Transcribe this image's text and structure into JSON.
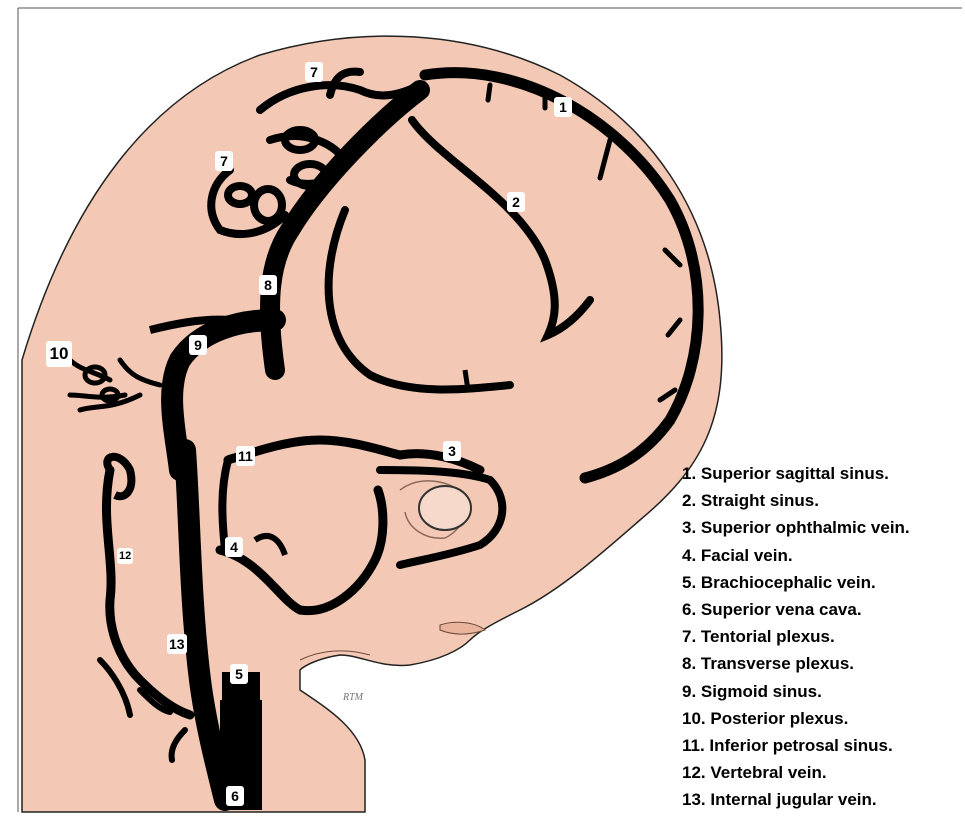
{
  "colors": {
    "skin": "#f3c8b4",
    "outline": "#222222",
    "vein": "#000000",
    "label_bg": "#ffffff",
    "text": "#000000"
  },
  "labels": {
    "l1": "1",
    "l2": "2",
    "l3": "3",
    "l4": "4",
    "l5": "5",
    "l6": "6",
    "l7a": "7",
    "l7b": "7",
    "l8": "8",
    "l9": "9",
    "l10": "10",
    "l11": "11",
    "l12": "12",
    "l13": "13"
  },
  "signature": "RTM",
  "legend": [
    "1. Superior sagittal sinus.",
    "2. Straight sinus.",
    "3. Superior ophthalmic vein.",
    "4. Facial vein.",
    "5. Brachiocephalic vein.",
    "6. Superior vena cava.",
    "7. Tentorial plexus.",
    "8. Transverse plexus.",
    "9. Sigmoid sinus.",
    "10. Posterior plexus.",
    "11. Inferior petrosal sinus.",
    "12. Vertebral vein.",
    "13. Internal jugular vein."
  ]
}
